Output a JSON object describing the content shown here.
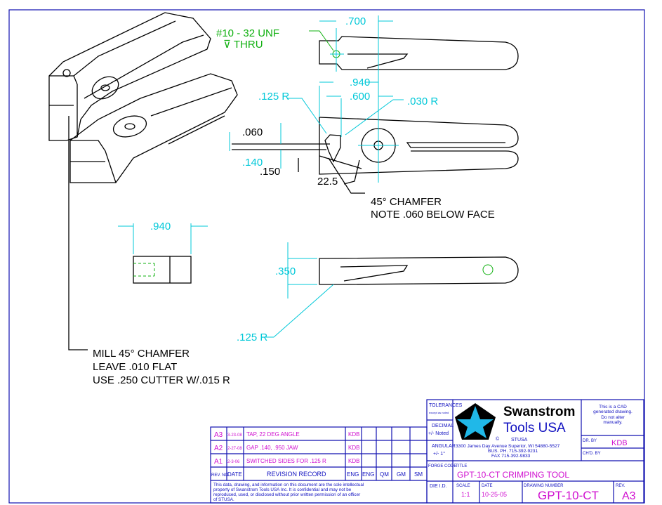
{
  "drawing": {
    "callouts": {
      "tap": "#10 - 32 UNF",
      "thru": "⊽ THRU",
      "dim_700": ".700",
      "dim_940_top": ".940",
      "dim_600": ".600",
      "radius_125_top": ".125 R",
      "radius_030": ".030 R",
      "dim_060": ".060",
      "dim_140": ".140",
      "dim_150": ".150",
      "angle_225": "22.5",
      "chamfer_note_1": "45° CHAMFER",
      "chamfer_note_2": "NOTE .060 BELOW FACE",
      "dim_940_end": ".940",
      "dim_350": ".350",
      "radius_125_bottom": ".125 R",
      "mill_note_1": "MILL 45° CHAMFER",
      "mill_note_2": "LEAVE .010 FLAT",
      "mill_note_3": "USE .250 CUTTER W/.015 R"
    }
  },
  "revisions": {
    "rows": [
      {
        "rev": "A3",
        "date": "3-23-08",
        "record": "TAP, 22 DEG ANGLE",
        "eng": "KDB"
      },
      {
        "rev": "A2",
        "date": "2-27-08",
        "record": "GAP .140,  .950 JAW",
        "eng": "KDB"
      },
      {
        "rev": "A1",
        "date": "2-3-06",
        "record": "SWITCHED SIDES FOR .125 R",
        "eng": "KDB"
      }
    ],
    "headers": {
      "rev": "REV. NO",
      "date": "DATE",
      "record": "REVISION RECORD",
      "eng1": "ENG",
      "eng2": "ENG",
      "qm": "QM",
      "gm": "GM",
      "sm": "SM"
    },
    "notice": [
      "This data, drawing, and information on this document are the sole intellectual",
      "property of Swanstrom Tools USA Inc.  It is confidential and may not be",
      "reproduced, used, or disclosed without prior written permission of an officer",
      "of STUSA."
    ]
  },
  "title_block": {
    "tolerances_label": "TOLERANCES",
    "tolerances_sub": "except as noted",
    "decimal_label": "DECIMAL",
    "decimal_value": "+/- Noted",
    "angular_label": "ANGULAR",
    "angular_value": "+/- 1°",
    "forge_code_label": "FORGE CODE",
    "die_id_label": "DIE I.D.",
    "company_line1": "Swanstrom",
    "company_line2": "Tools USA",
    "copyright": "©",
    "abbrev": "STUSA",
    "address": "3300 James Day Avenue Superior, WI 54880-5527",
    "phone": "BUS. PH. 715-392-9231",
    "fax": "FAX  715-392-9833",
    "cad_note": [
      "This is a CAD",
      "generated drawing.",
      "Do not alter",
      "manually."
    ],
    "drawn_by_label": "DR. BY",
    "drawn_by": "KDB",
    "checked_by_label": "CH'D. BY",
    "title_label": "TITLE",
    "title": "GPT-10-CT   CRIMPING TOOL",
    "scale_label": "SCALE",
    "scale": "1:1",
    "date_label": "DATE",
    "date": "10-25-05",
    "drawing_number_label": "DRAWING NUMBER",
    "drawing_number": "GPT-10-CT",
    "rev_label": "REV.",
    "rev": "A3"
  },
  "colors": {
    "border": "#1010b0",
    "dimension": "#00c8d8",
    "text_magenta": "#d010d0",
    "tap": "#10b010",
    "logo_star": "#20b8e8"
  }
}
